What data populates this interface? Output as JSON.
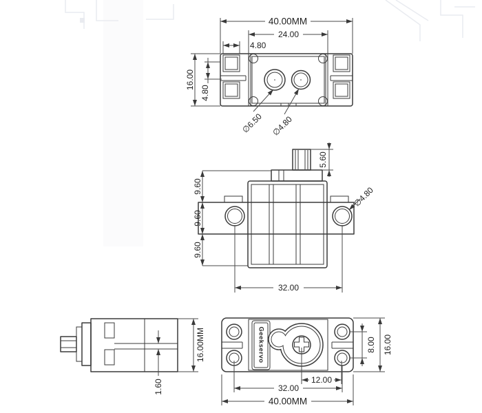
{
  "drawing": {
    "views": {
      "top": {
        "dim_overall_width": "40.00MM",
        "dim_body_width": "24.00",
        "dim_square_width": "4.80",
        "dim_height": "16.00",
        "dim_square_offset": "4.80",
        "label_hole_large": "∅6.50",
        "label_hole_small": "∅4.80"
      },
      "front": {
        "dim_shaft_height": "5.60",
        "dim_seg_top": "9.60",
        "dim_seg_mid": "9.60",
        "dim_seg_bottom": "9.60",
        "label_side_hole": "∅4.80",
        "dim_hole_spacing": "32.00"
      },
      "side": {
        "dim_height": "16.00MM",
        "dim_gap": "1.60"
      },
      "bottom": {
        "brand": "Geekservo",
        "dim_shaft_to_hole": "12.00",
        "dim_hole_spacing": "32.00",
        "dim_overall_width": "40.00MM",
        "dim_hole_vertical": "8.00",
        "dim_height": "16.00"
      }
    },
    "colors": {
      "line": "#3a3a3a",
      "text": "#1f1f1f",
      "background": "#ffffff"
    }
  }
}
